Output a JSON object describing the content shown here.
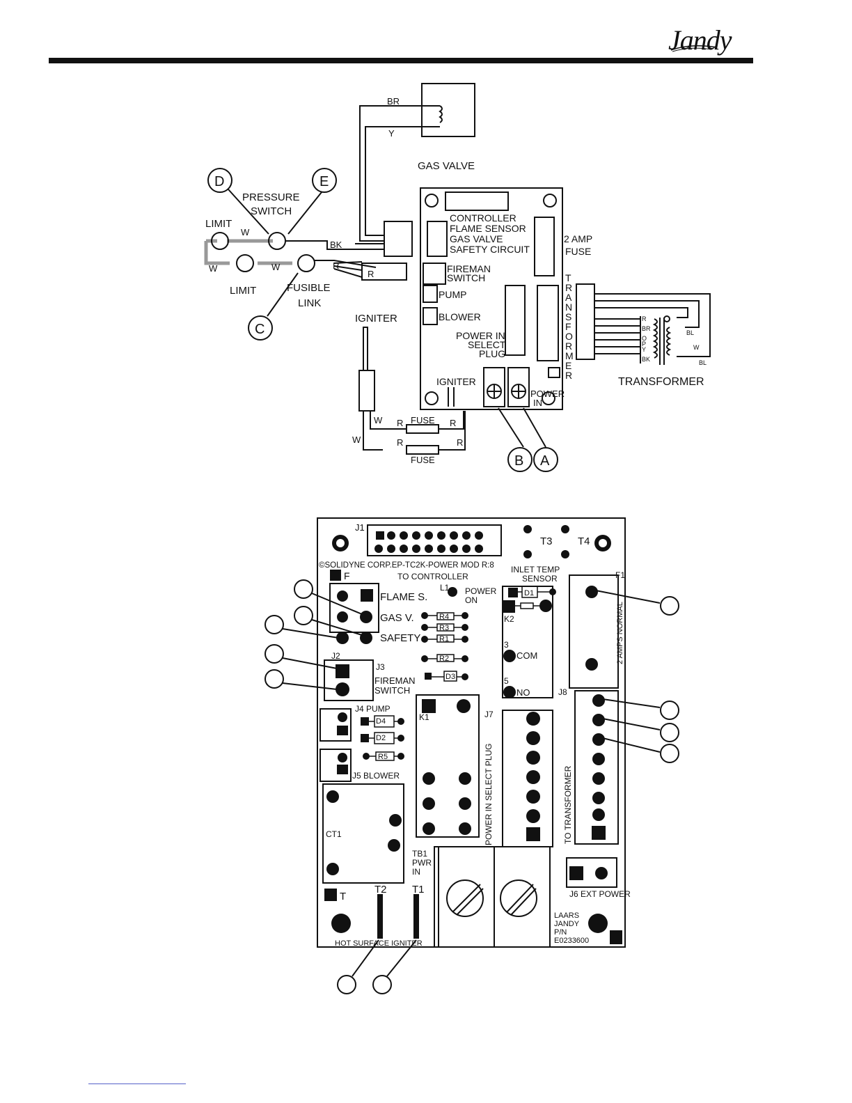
{
  "header": {
    "brand": "Jandy",
    "trademark": "."
  },
  "wiring": {
    "gas_valve": "GAS VALVE",
    "wire_br": "BR",
    "wire_y": "Y",
    "wire_bk": "BK",
    "wire_w": "W",
    "wire_r": "R",
    "pressure_switch": [
      "PRESSURE",
      "SWITCH"
    ],
    "limit": "LIMIT",
    "fusible_link": [
      "FUSIBLE",
      "LINK"
    ],
    "callouts": {
      "a": "A",
      "b": "B",
      "c": "C",
      "d": "D",
      "e": "E"
    },
    "igniter": "IGNITER",
    "fuse": "FUSE",
    "connector_lines": [
      "CONTROLLER",
      "FLAME SENSOR",
      "GAS VALVE",
      "SAFETY CIRCUIT"
    ],
    "fuse_2amp": [
      "2 AMP",
      "FUSE"
    ],
    "fireman_switch": [
      "FIREMAN",
      "SWITCH"
    ],
    "pump": "PUMP",
    "blower": "BLOWER",
    "power_in_select": [
      "POWER IN",
      "SELECT",
      "PLUG"
    ],
    "power_in": [
      "POWER",
      "IN"
    ],
    "transformer_vertical": [
      "T",
      "R",
      "A",
      "N",
      "S",
      "F",
      "O",
      "R",
      "M",
      "E",
      "R"
    ],
    "transformer": "TRANSFORMER",
    "transformer_wires": [
      "R",
      "BR",
      "O",
      "P",
      "Y",
      "BK"
    ],
    "transformer_bl": "BL",
    "transformer_w": "W"
  },
  "board": {
    "j1": "J1",
    "t3": "T3",
    "t4": "T4",
    "copyright": "©SOLIDYNE CORP.EP-TC2K-POWER MOD R:8",
    "to_controller": "TO CONTROLLER",
    "inlet_temp": [
      "INLET TEMP",
      "SENSOR"
    ],
    "f_mark": "F",
    "f1": "F1",
    "flame_s": "FLAME S.",
    "gas_v": "GAS V.",
    "safety": "SAFETY",
    "l1": "L1",
    "power_on": [
      "POWER",
      "ON"
    ],
    "d1": "D1",
    "k2": "K2",
    "r4": "R4",
    "r3": "R3",
    "r1": "R1",
    "r2": "R2",
    "r5": "R5",
    "d3": "D3",
    "d4": "D4",
    "d2": "D2",
    "com_num": "3",
    "com": "COM",
    "no_num": "5",
    "no": "NO",
    "two_amps": "2 AMPS NORMAL",
    "j2": "J2",
    "j3": "J3",
    "fireman_switch": [
      "FIREMAN",
      "SWITCH"
    ],
    "j4_pump": "J4 PUMP",
    "k1": "K1",
    "j7": "J7",
    "j8": "J8",
    "power_in_select": "POWER IN SELECT PLUG",
    "to_transformer": "TO TRANSFORMER",
    "j5_blower": "J5 BLOWER",
    "ct1": "CT1",
    "tb1": [
      "TB1",
      "PWR",
      "IN"
    ],
    "j6": "J6 EXT POWER",
    "t_mark": "T",
    "t2": "T2",
    "t1": "T1",
    "hot_surface": "HOT SURFACE IGNITER",
    "part": [
      "LAARS",
      "JANDY",
      "P/N",
      "E0233600"
    ]
  }
}
